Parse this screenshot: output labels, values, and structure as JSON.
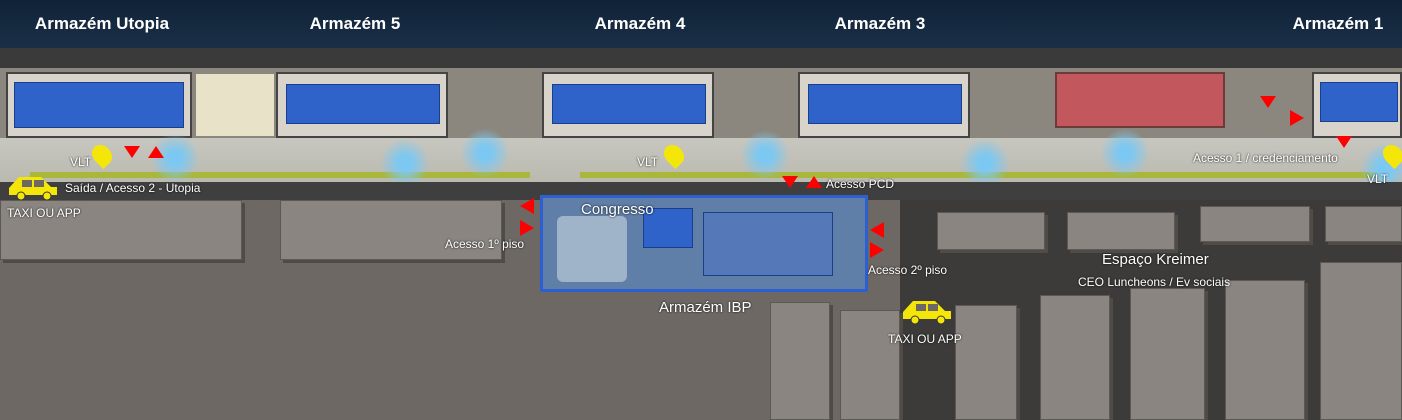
{
  "header": {
    "warehouses": [
      "Armazém Utopia",
      "Armazém 5",
      "Armazém 4",
      "Armazém 3",
      "Armazém 1"
    ]
  },
  "labels": {
    "vlt": "VLT",
    "exit_utopia": "Saída / Acesso 2 - Utopia",
    "taxi": "TAXI OU APP",
    "congresso": "Congresso",
    "access_floor1": "Acesso 1º piso",
    "access_floor2": "Acesso 2º piso",
    "access_pcd": "Acesso PCD",
    "ibp": "Armazém IBP",
    "access1": "Acesso 1 / credenciamento",
    "kreimer": "Espaço Kreimer",
    "kreimer_sub": "CEO Luncheons / Ev sociais"
  },
  "colors": {
    "pin": "#f5e60a",
    "arrow": "#ff0000",
    "roof": "#2f63c9",
    "header": "#14263c"
  }
}
